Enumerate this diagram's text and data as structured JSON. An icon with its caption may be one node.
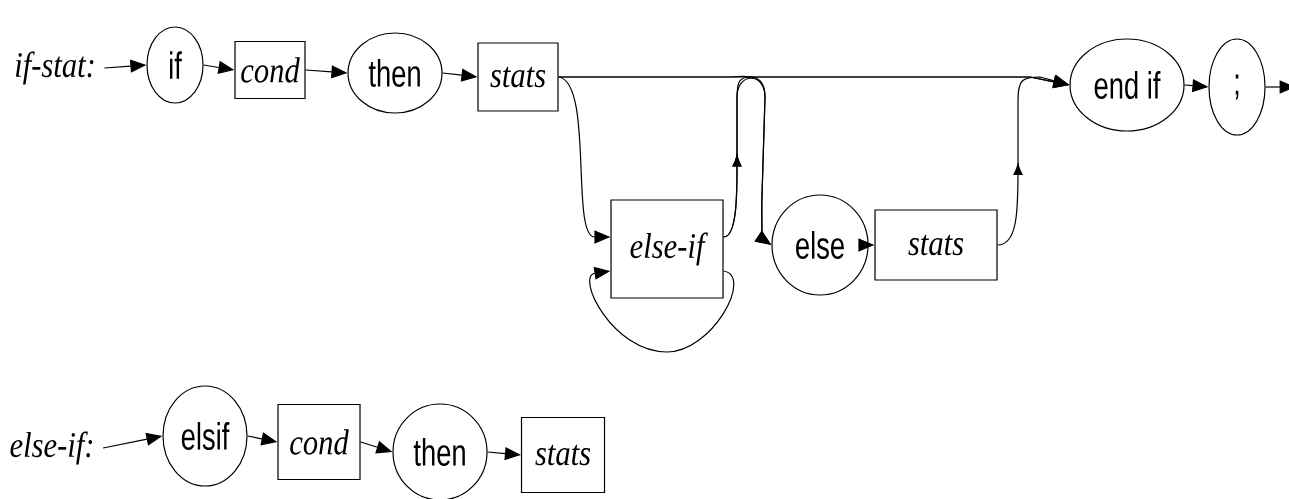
{
  "diagram": {
    "nodes": [
      {
        "text": [
          "if-stat:"
        ]
      },
      {
        "text": [
          "if"
        ]
      },
      {
        "text": [
          "cond"
        ]
      },
      {
        "text": [
          "then"
        ]
      },
      {
        "text": [
          "stats"
        ]
      },
      {
        "text": [
          "else-if"
        ]
      },
      {
        "text": [
          "else"
        ]
      },
      {
        "text": [
          "stats"
        ]
      },
      {
        "text": [
          "end if"
        ]
      },
      {
        "text": [
          ";"
        ]
      },
      {
        "text": [
          "else-if:"
        ]
      },
      {
        "text": [
          "elsif"
        ]
      },
      {
        "text": [
          "cond"
        ]
      },
      {
        "text": [
          "then"
        ]
      },
      {
        "text": [
          "stats"
        ]
      }
    ],
    "edges": [
      {
        "from": 0,
        "to": 1,
        "arrow": "to"
      },
      {
        "from": 1,
        "to": 2,
        "arrow": "to"
      },
      {
        "from": 2,
        "to": 3,
        "arrow": "to"
      },
      {
        "from": 3,
        "to": 4,
        "arrow": "to"
      },
      {
        "from": 4,
        "to": 8,
        "arrow": "to"
      },
      {
        "from": 4,
        "to": 5,
        "arrow": "to"
      },
      {
        "from": 5,
        "to": 5,
        "arrow": "to"
      },
      {
        "from": 5,
        "to": 8,
        "arrow": "to"
      },
      {
        "from": 4,
        "to": 6,
        "arrow": "to"
      },
      {
        "from": 5,
        "to": 6,
        "arrow": "to"
      },
      {
        "from": 6,
        "to": 7,
        "arrow": "to"
      },
      {
        "from": 7,
        "to": 8,
        "arrow": "to"
      },
      {
        "from": 8,
        "to": 9,
        "arrow": "to"
      },
      {
        "from": 9,
        "to": null,
        "arrow": "to"
      },
      {
        "from": 10,
        "to": 11,
        "arrow": "to"
      },
      {
        "from": 11,
        "to": 12,
        "arrow": "to"
      },
      {
        "from": 12,
        "to": 13,
        "arrow": "to"
      },
      {
        "from": 13,
        "to": 14,
        "arrow": "to"
      }
    ]
  }
}
